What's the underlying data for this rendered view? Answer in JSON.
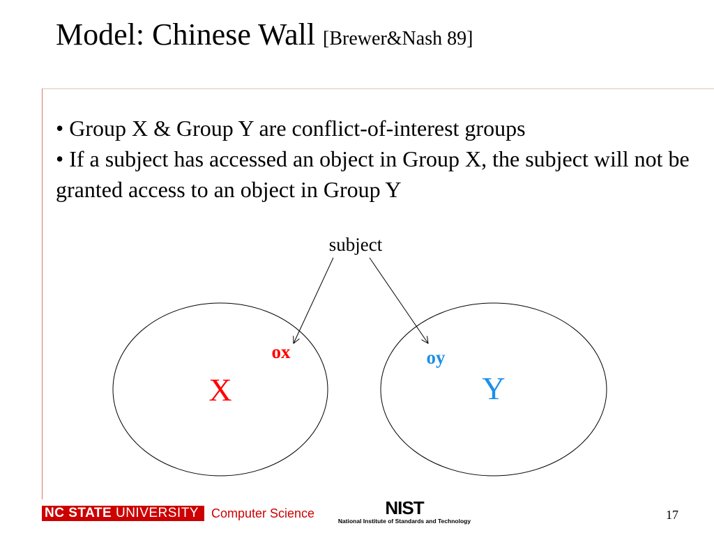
{
  "title": {
    "main": "Model: Chinese Wall ",
    "citation": "[Brewer&Nash 89]"
  },
  "bullets": [
    "• Group X & Group Y are conflict-of-interest groups",
    "• If a subject has accessed an object in Group X, the subject will not be granted access to an object in Group Y"
  ],
  "diagram": {
    "subject_label": "subject",
    "group_x": {
      "label": "X",
      "object_label": "ox",
      "color": "#ff0000"
    },
    "group_y": {
      "label": "Y",
      "object_label": "oy",
      "color": "#1e8fe8"
    }
  },
  "footer": {
    "university_bold": "NC STATE",
    "university_rest": " UNIVERSITY",
    "department": "Computer Science",
    "nist_logo": "NIST",
    "nist_name": "National Institute of Standards and Technology",
    "page_number": "17"
  },
  "colors": {
    "accent_red": "#cc0000",
    "frame_line": "#d47a5a"
  }
}
